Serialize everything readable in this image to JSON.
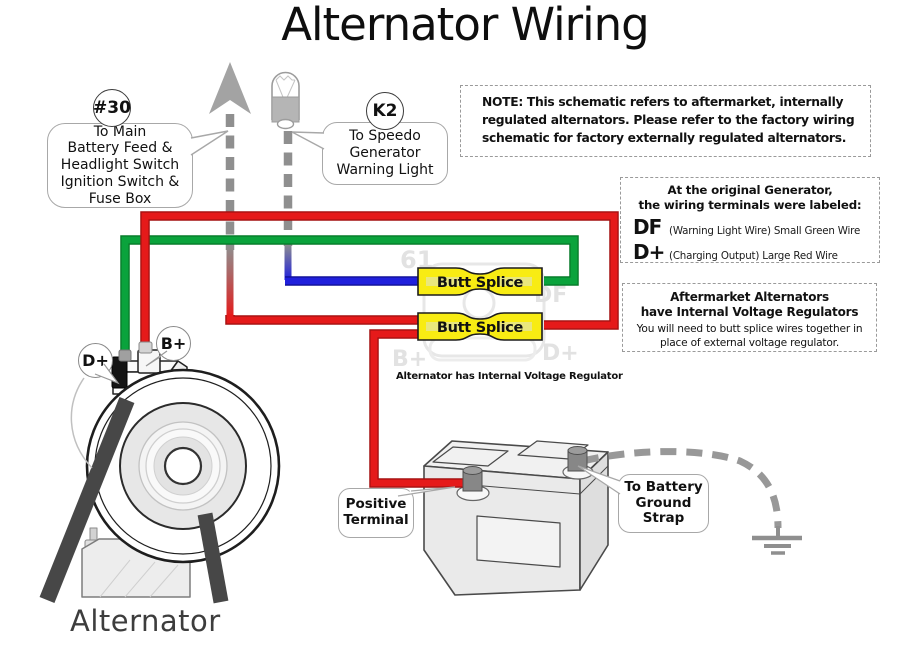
{
  "title": "Alternator Wiring",
  "note_box": {
    "text": "NOTE: This schematic refers to aftermarket, internally\nregulated alternators.  Please refer to the factory wiring\nschematic for factory externally regulated alternators."
  },
  "generator_box": {
    "heading": "At the original Generator,\nthe wiring terminals were labeled:",
    "terminals": [
      {
        "label": "DF",
        "desc": "(Warning Light Wire) Small Green Wire"
      },
      {
        "label": "D+",
        "desc": "(Charging Output) Large Red Wire"
      }
    ]
  },
  "aftermarket_box": {
    "heading": "Aftermarket Alternators\nhave Internal Voltage Regulators",
    "body": "You will need to butt splice wires together in\nplace of external voltage regulator."
  },
  "callouts": {
    "fuse_badge": "#30",
    "fuse_text": "To Main\nBattery Feed &\nHeadlight Switch\nIgnition Switch &\nFuse Box",
    "speedo_badge": "K2",
    "speedo_text": "To Speedo\nGenerator\nWarning Light",
    "dplus_badge": "D+",
    "bplus_badge": "B+",
    "positive_text": "Positive\nTerminal",
    "ground_text": "To Battery\nGround\nStrap"
  },
  "splices": {
    "upper": "Butt Splice",
    "lower": "Butt Splice"
  },
  "notes": {
    "internal_regulator": "Alternator has Internal Voltage Regulator"
  },
  "labels": {
    "alternator": "Alternator"
  },
  "watermarks": {
    "w61": "61",
    "wdf": "DF",
    "wbplus": "B+",
    "wdplus": "D+"
  },
  "colors": {
    "wire_red": "#e51a1a",
    "wire_green": "#0aa33c",
    "wire_blue": "#2020dc",
    "splice_yellow": "#f8ec13",
    "dash_gray": "#8f8f8f"
  }
}
